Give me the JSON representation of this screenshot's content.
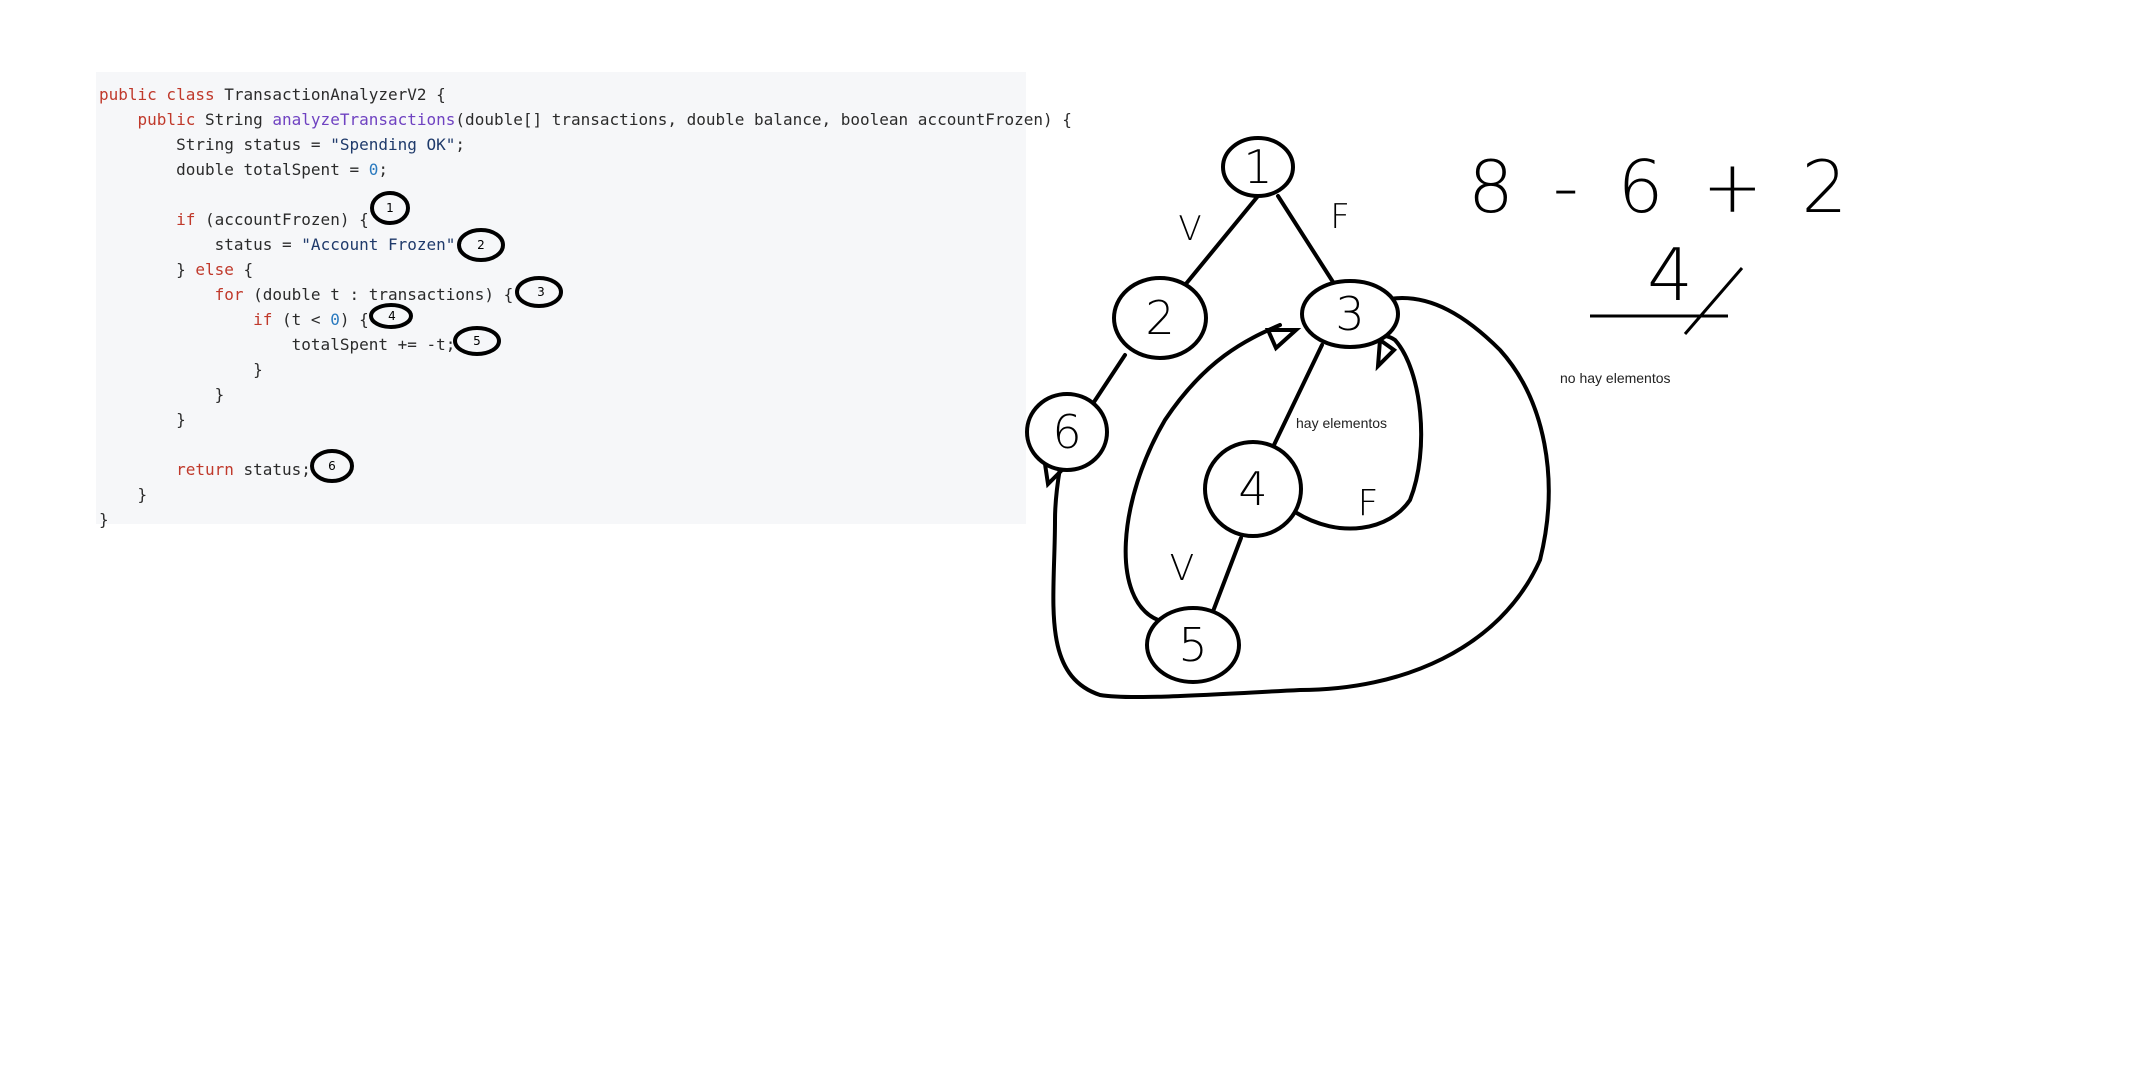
{
  "code": {
    "l1_kw": "public class",
    "l1_rest": " TransactionAnalyzerV2 {",
    "l2_kw": "public",
    "l2_a": " String ",
    "l2_fn": "analyzeTransactions",
    "l2_rest": "(double[] transactions, double balance, boolean accountFrozen) {",
    "l3_a": "String status = ",
    "l3_str": "\"Spending OK\"",
    "l3_b": ";",
    "l4_a": "double totalSpent = ",
    "l4_num": "0",
    "l4_b": ";",
    "l6_kw": "if",
    "l6_rest": " (accountFrozen) {",
    "l7_a": "status = ",
    "l7_str": "\"Account Frozen\"",
    "l7_b": ";",
    "l8_a": "} ",
    "l8_kw": "else",
    "l8_b": " {",
    "l9_kw": "for",
    "l9_rest": " (double t : transactions) {",
    "l10_kw": "if",
    "l10_a": " (t < ",
    "l10_num": "0",
    "l10_b": ") {",
    "l11": "totalSpent += -t;",
    "brace": "}",
    "l16_kw": "return",
    "l16_rest": " status;"
  },
  "code_markers": [
    "1",
    "2",
    "3",
    "4",
    "5",
    "6"
  ],
  "graph": {
    "nodes": [
      "1",
      "2",
      "3",
      "4",
      "5",
      "6"
    ],
    "edge_labels": {
      "v_left": "V",
      "f_right": "F",
      "f_inner": "F",
      "v_inner": "V"
    },
    "notes": {
      "hay": "hay elementos",
      "no_hay": "no hay elementos"
    }
  },
  "formula": {
    "expr": "8 - 6 + 2",
    "result": "4"
  }
}
